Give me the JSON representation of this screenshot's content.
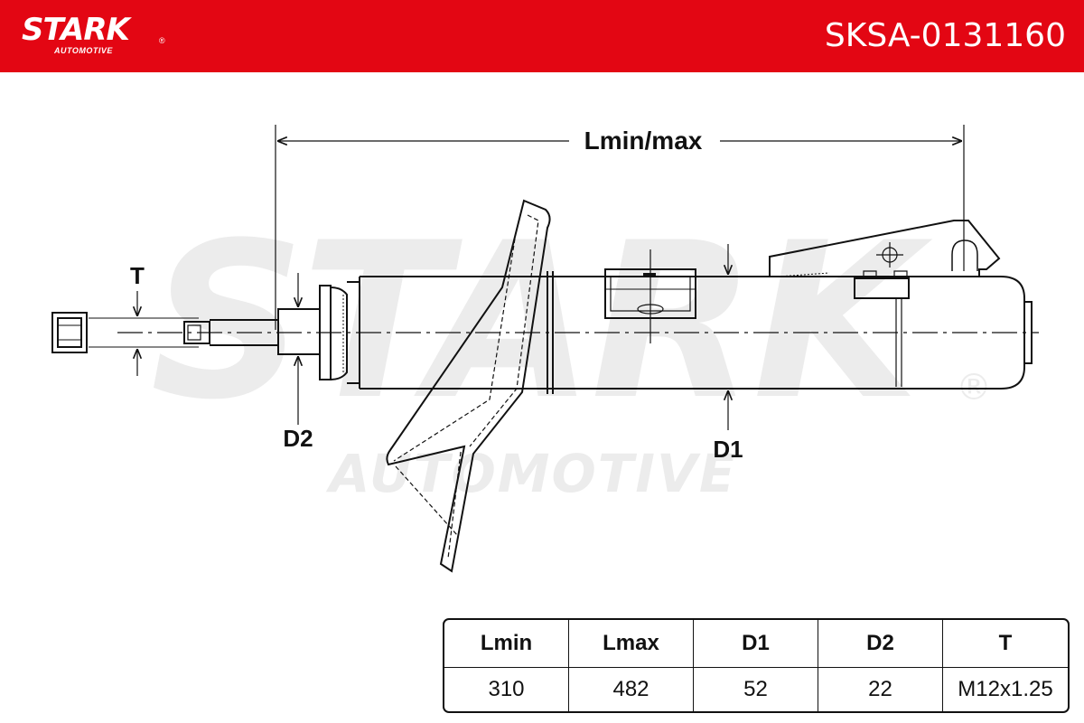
{
  "header": {
    "brand": "STARK",
    "brand_mark": "®",
    "brand_sub": "AUTOMOTIVE",
    "part_number": "SKSA-0131160",
    "background_color": "#e30613",
    "text_color": "#ffffff"
  },
  "watermark": {
    "main": "STARK",
    "sub": "AUTOMOTIVE",
    "mark": "®",
    "color": "#ececec"
  },
  "drawing": {
    "labels": {
      "length": "Lmin/max",
      "thread": "T",
      "rod_diameter": "D2",
      "body_diameter": "D1"
    },
    "line_color": "#111111"
  },
  "spec_table": {
    "headers": [
      "Lmin",
      "Lmax",
      "D1",
      "D2",
      "T"
    ],
    "values": [
      "310",
      "482",
      "52",
      "22",
      "M12x1.25"
    ]
  }
}
